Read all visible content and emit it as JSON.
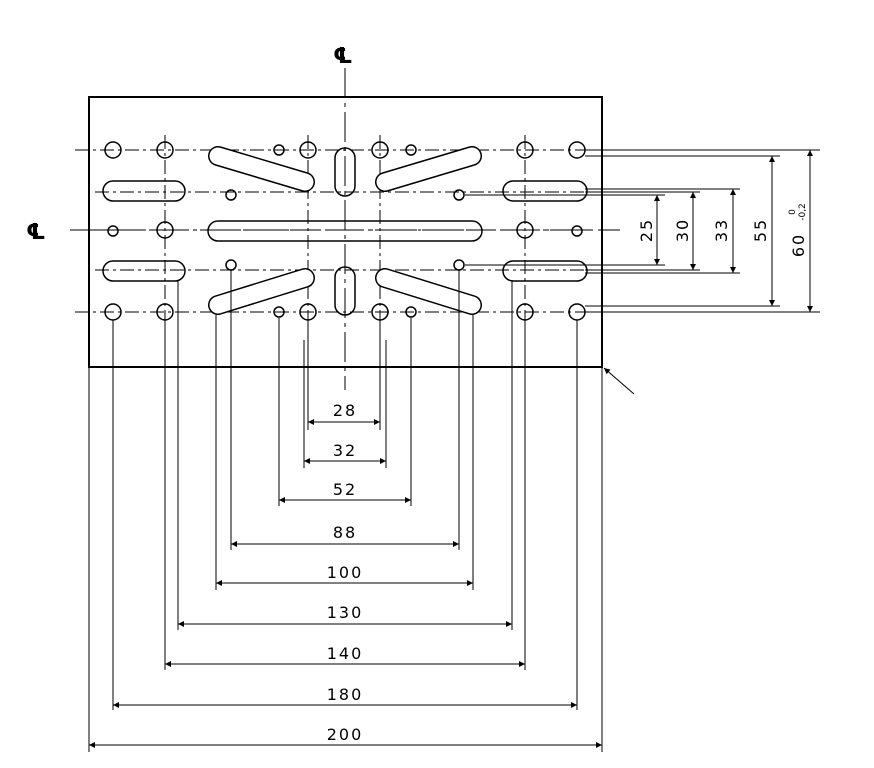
{
  "centerline_symbol": "℄",
  "horizontal_dimensions": [
    {
      "id": "dim-28",
      "label": "28"
    },
    {
      "id": "dim-32",
      "label": "32"
    },
    {
      "id": "dim-52",
      "label": "52"
    },
    {
      "id": "dim-88",
      "label": "88"
    },
    {
      "id": "dim-100",
      "label": "100"
    },
    {
      "id": "dim-130",
      "label": "130"
    },
    {
      "id": "dim-140",
      "label": "140"
    },
    {
      "id": "dim-180",
      "label": "180"
    },
    {
      "id": "dim-200",
      "label": "200"
    }
  ],
  "vertical_dimensions": [
    {
      "id": "dim-25",
      "label": "25"
    },
    {
      "id": "dim-30",
      "label": "30"
    },
    {
      "id": "dim-33",
      "label": "33"
    },
    {
      "id": "dim-55",
      "label": "55"
    },
    {
      "id": "dim-60",
      "label": "60",
      "tol_upper": "0",
      "tol_lower": "-0,2"
    }
  ]
}
